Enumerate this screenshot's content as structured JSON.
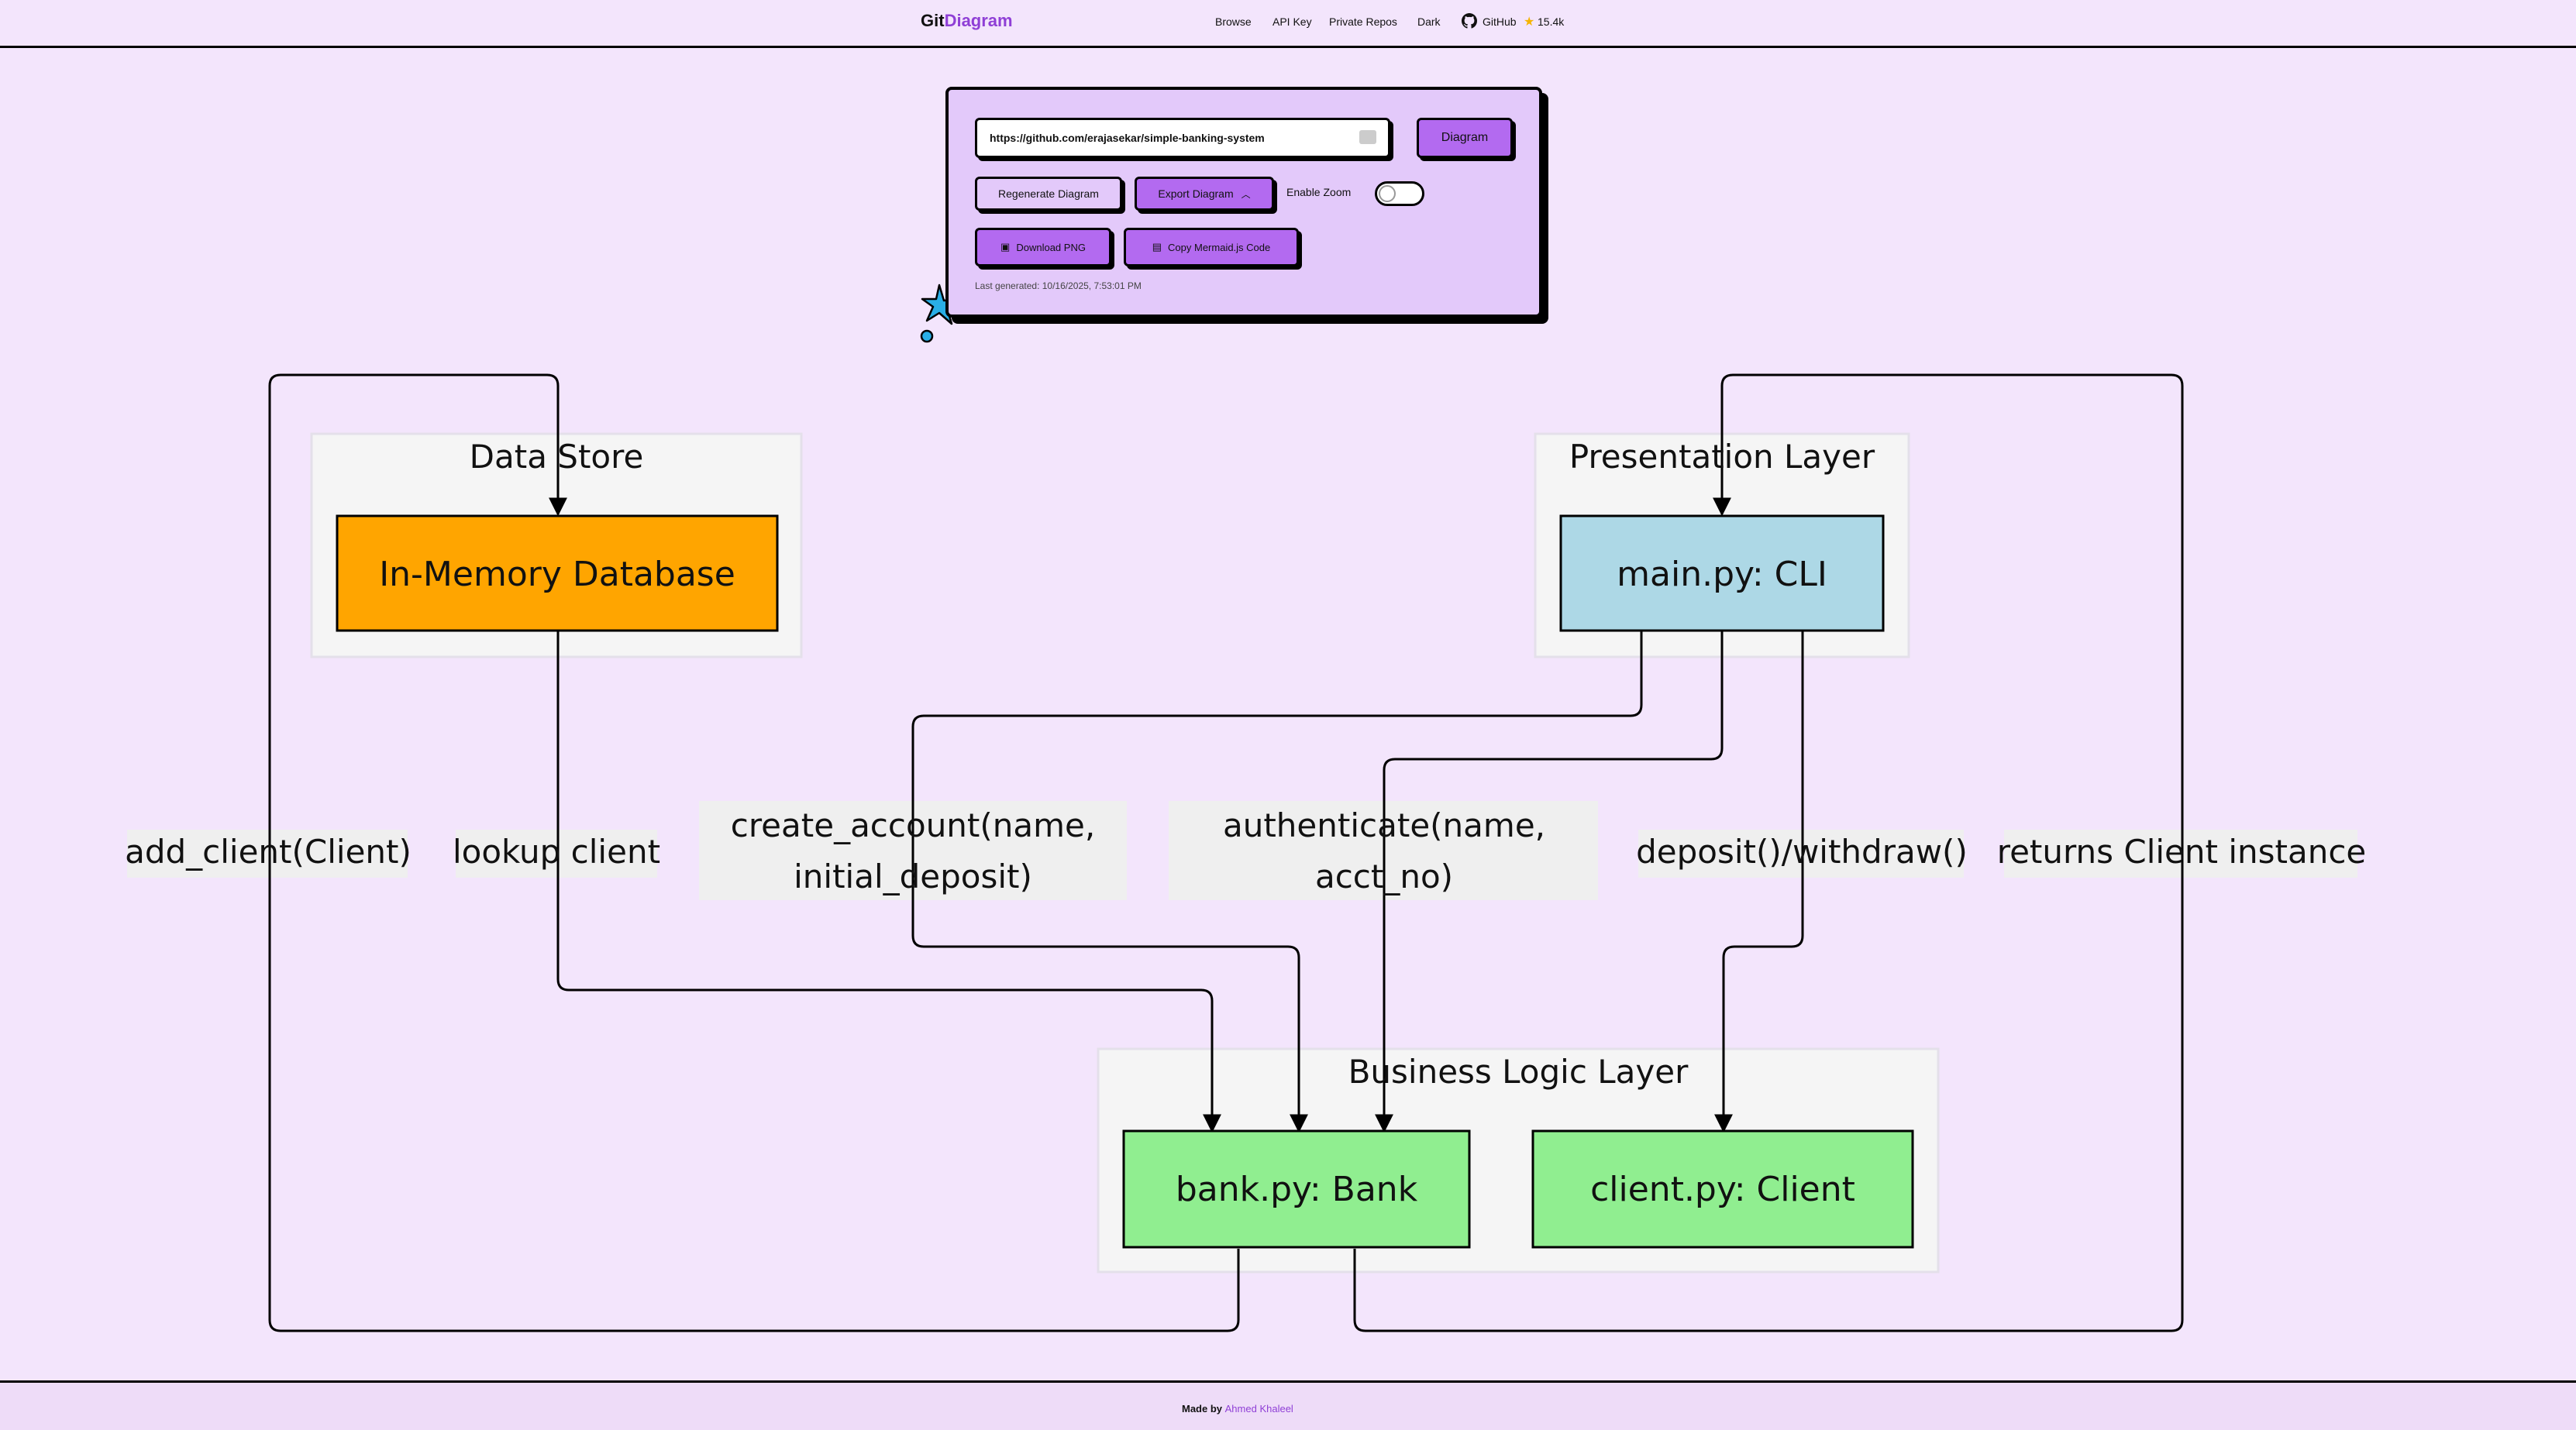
{
  "header": {
    "logo_part1": "Git",
    "logo_part2": "Diagram",
    "nav": {
      "browse": "Browse",
      "api_key": "API Key",
      "private_repos": "Private Repos",
      "dark": "Dark",
      "github": "GitHub",
      "stars": "15.4k"
    }
  },
  "controls": {
    "repo_url": "https://github.com/erajasekar/simple-banking-system",
    "diagram_button": "Diagram",
    "regenerate_button": "Regenerate Diagram",
    "export_button": "Export Diagram",
    "enable_zoom_label": "Enable Zoom",
    "enable_zoom": false,
    "download_png_button": "Download PNG",
    "copy_mermaid_button": "Copy Mermaid.js Code",
    "last_generated": "Last generated: 10/16/2025, 7:53:01 PM"
  },
  "diagram": {
    "groups": {
      "data_store": "Data Store",
      "presentation_layer": "Presentation Layer",
      "business_logic_layer": "Business Logic Layer"
    },
    "nodes": {
      "in_memory_db": "In-Memory Database",
      "main_cli": "main.py: CLI",
      "bank": "bank.py: Bank",
      "client": "client.py: Client"
    },
    "edge_labels": {
      "add_client": "add_client(Client)",
      "lookup_client": "lookup client",
      "create_account_1": "create_account(name,",
      "create_account_2": "initial_deposit)",
      "authenticate_1": "authenticate(name,",
      "authenticate_2": "acct_no)",
      "deposit_withdraw": "deposit()/withdraw()",
      "returns_client": "returns Client instance"
    },
    "colors": {
      "data_store_node": "#ffa500",
      "presentation_node": "#add8e6",
      "business_node": "#90ee90",
      "group_bg": "#f5f5f5"
    }
  },
  "footer": {
    "made_by": "Made by",
    "author": "Ahmed Khaleel"
  }
}
